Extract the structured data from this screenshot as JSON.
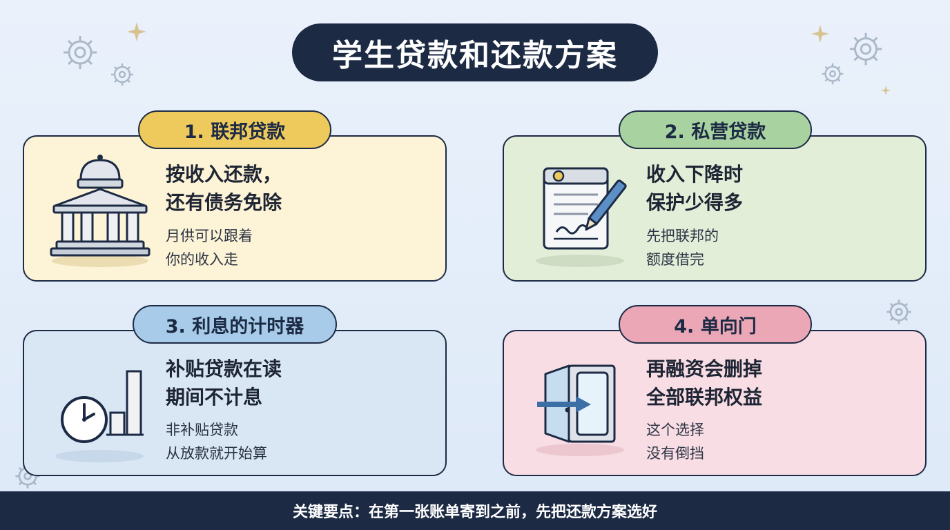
{
  "title": "学生贷款和还款方案",
  "colors": {
    "navy": "#1c2a44",
    "federal": "#eec95c",
    "private": "#a8d3a0",
    "interest": "#a7cbe8",
    "oneway": "#eca7b6",
    "arrow_blue": "#3c6fa6"
  },
  "cards": [
    {
      "tag": "1. 联邦贷款",
      "head_line1": "按收入还款，",
      "head_line2": "还有债务免除",
      "sub_line1": "月供可以跟着",
      "sub_line2": "你的收入走",
      "icon": "bank-building-icon"
    },
    {
      "tag": "2. 私营贷款",
      "head_line1": "收入下降时",
      "head_line2": "保护少得多",
      "sub_line1": "先把联邦的",
      "sub_line2": "额度借完",
      "icon": "contract-signing-icon"
    },
    {
      "tag": "3. 利息的计时器",
      "head_line1": "补贴贷款在读",
      "head_line2": "期间不计息",
      "sub_line1": "非补贴贷款",
      "sub_line2": "从放款就开始算",
      "icon": "clock-growth-icon"
    },
    {
      "tag": "4. 单向门",
      "head_line1": "再融资会删掉",
      "head_line2": "全部联邦权益",
      "sub_line1": "这个选择",
      "sub_line2": "没有倒挡",
      "icon": "one-way-door-icon"
    }
  ],
  "footer": "关键要点：在第一张账单寄到之前，先把还款方案选好"
}
